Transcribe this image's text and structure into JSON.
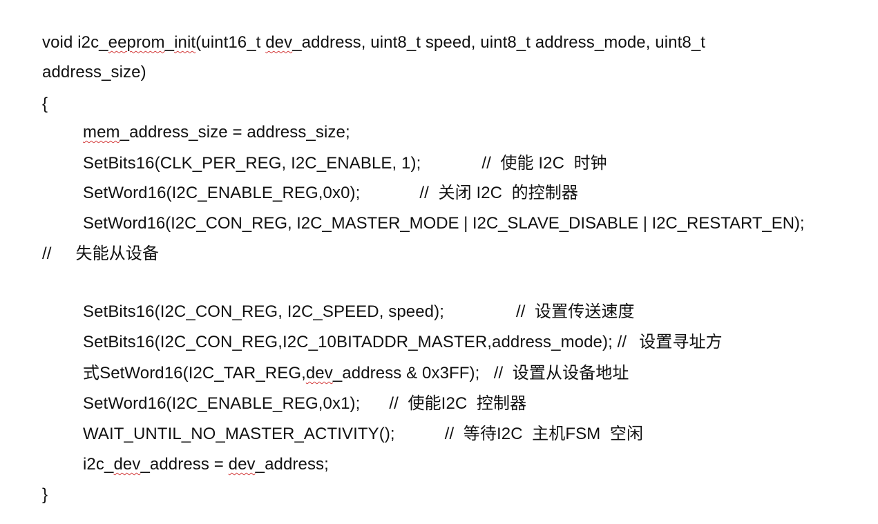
{
  "document": {
    "line1": {
      "a": "void i2c_",
      "b": "eeprom",
      "c": "_",
      "d": "init",
      "e": "(uint16_t ",
      "f": "dev",
      "g": "_address, uint8_t speed, uint8_t address_mode, uint8_t"
    },
    "line2": "address_size)",
    "open_brace": "{",
    "line3": {
      "a": "mem",
      "b": "_address_size = address_size;"
    },
    "line4": {
      "code": "SetBits16(CLK_PER_REG, I2C_ENABLE, 1);",
      "comment": "//  使能 I2C  时钟"
    },
    "line5": {
      "code": "SetWord16(I2C_ENABLE_REG,0x0);",
      "comment": "//  关闭 I2C  的控制器"
    },
    "line6": "SetWord16(I2C_CON_REG, I2C_MASTER_MODE | I2C_SLAVE_DISABLE | I2C_RESTART_EN);",
    "line7": {
      "slashes": "//",
      "comment": "失能从设备"
    },
    "line8": {
      "code": "SetBits16(I2C_CON_REG, I2C_SPEED, speed);",
      "comment": "//  设置传送速度"
    },
    "line9": {
      "code": "SetBits16(I2C_CON_REG,I2C_10BITADDR_MASTER,address_mode); //",
      "comment": "设置寻址方"
    },
    "line10": {
      "a": "式SetWord16(I2C_TAR_REG,",
      "b": "dev",
      "c": "_address & 0x3FF);   //  设置从设备地址"
    },
    "line11": {
      "code": "SetWord16(I2C_ENABLE_REG,0x1);",
      "comment": "//  使能I2C  控制器"
    },
    "line12": {
      "code": "WAIT_UNTIL_NO_MASTER_ACTIVITY();",
      "comment": "//  等待I2C  主机FSM  空闲"
    },
    "line13": {
      "a": "i2c_",
      "b": "dev",
      "c": "_address = ",
      "d": "dev",
      "e": "_address;"
    },
    "close_brace": "}"
  }
}
